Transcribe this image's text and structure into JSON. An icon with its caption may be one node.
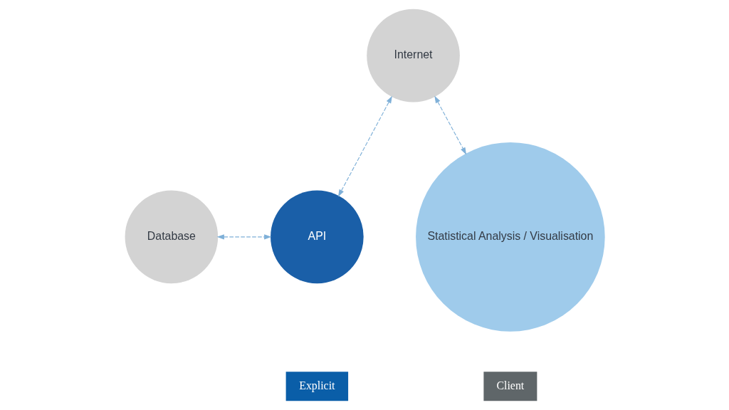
{
  "diagram": {
    "nodes": [
      {
        "text": [
          "Database"
        ]
      },
      {
        "text": [
          "API"
        ]
      },
      {
        "text": [
          "Internet"
        ]
      },
      {
        "text": [
          "Statistical Analysis / Visualisation"
        ]
      },
      {
        "text": [
          "Explicit"
        ]
      },
      {
        "text": [
          "Client"
        ]
      }
    ],
    "edges": [
      {
        "from": 0,
        "to": 1,
        "arrow": "both",
        "style": "dashed"
      },
      {
        "from": 2,
        "to": 1,
        "arrow": "both",
        "style": "dashed"
      },
      {
        "from": 2,
        "to": 3,
        "arrow": "both",
        "style": "dashed"
      }
    ]
  }
}
